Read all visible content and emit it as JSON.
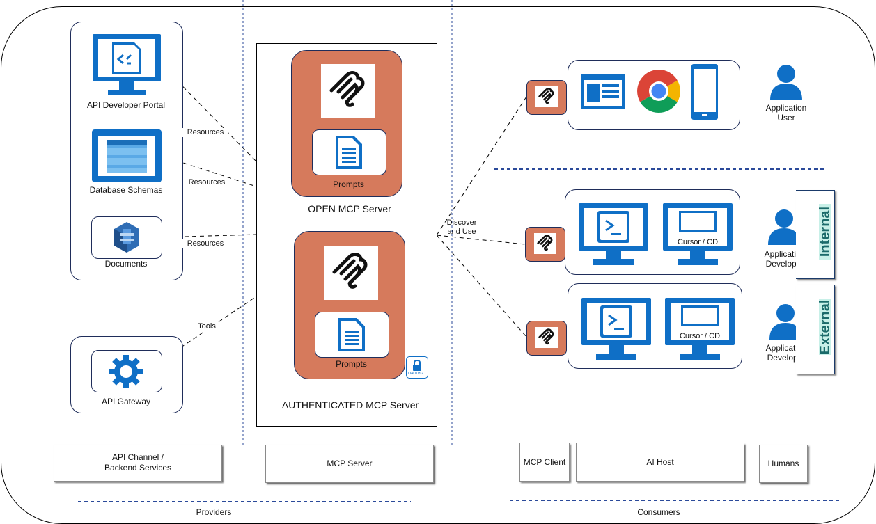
{
  "providers": {
    "items": [
      {
        "label": "API Developer Portal"
      },
      {
        "label": "Database Schemas"
      },
      {
        "label": "Documents"
      },
      {
        "label": "API Gateway"
      }
    ],
    "edge_labels": [
      "Resources",
      "Resources",
      "Resources",
      "Tools"
    ]
  },
  "mcp_server": {
    "open": {
      "title": "OPEN MCP Server",
      "prompts_label": "Prompts"
    },
    "authenticated": {
      "title": "AUTHENTICATED MCP Server",
      "prompts_label": "Prompts",
      "badge": "OAUTH 2.1"
    }
  },
  "connector_label": "Discover\nand Use",
  "consumers": {
    "user_row": {
      "human_label": "Application\nUser"
    },
    "internal_row": {
      "app_label": "Cursor / CD",
      "human_label": "Application\nDeveloper",
      "side_tag": "Internal"
    },
    "external_row": {
      "app_label": "Cursor / CD",
      "human_label": "Application\nDeveloper",
      "side_tag": "External"
    }
  },
  "columns": [
    {
      "label": "API Channel /\nBackend Services"
    },
    {
      "label": "MCP Server"
    },
    {
      "label": "MCP Client"
    },
    {
      "label": "AI Host"
    },
    {
      "label": "Humans"
    }
  ],
  "footer": {
    "providers": "Providers",
    "consumers": "Consumers"
  },
  "colors": {
    "accent_blue": "#0f6fc6",
    "mcp_orange": "#d67a5c",
    "outline": "#1f2d5a",
    "tag_teal": "#1a6a6a"
  }
}
